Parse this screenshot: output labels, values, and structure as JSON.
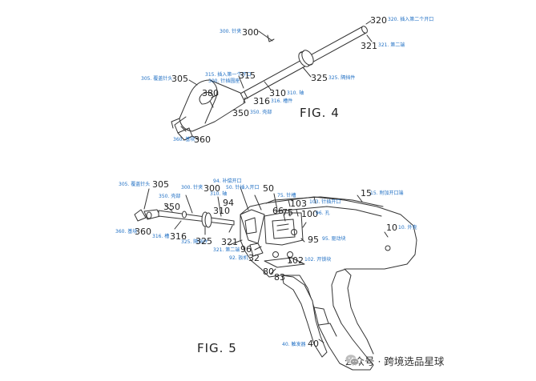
{
  "fig4": {
    "title": "FIG. 4",
    "labels": {
      "l300": "300. 针夹",
      "l320": "320. 插入第二个开口",
      "l321": "321. 第二端",
      "l305": "305. 覆盖针头",
      "l315": "315. 插入第一个开口",
      "l3002": "300. 针插圆座",
      "l325": "325. 隔挡件",
      "l310": "310. 轴",
      "l316": "316. 槽件",
      "l350": "350. 壳部",
      "l360": "360. 基块"
    },
    "numbers": {
      "n300": "300",
      "n320": "320",
      "n321": "321",
      "n305": "305",
      "n315": "315",
      "n380": "380",
      "n325": "325",
      "n310": "310",
      "n316": "316",
      "n350": "350",
      "n360": "360"
    }
  },
  "fig5": {
    "title": "FIG. 5",
    "labels": {
      "l305": "305. 覆盖针头",
      "l300": "300. 针夹",
      "l94": "94. 补偿开口",
      "l350": "350. 壳部",
      "l316": "316. 槽",
      "l96": "96. 孔",
      "l310": "310. 轴",
      "l50": "50. 针插入开口",
      "l75": "75. 针槽",
      "l103": "103. 针插开口",
      "l15": "15. 附加开口端",
      "l10": "10. 外壳",
      "l360": "360. 基块",
      "l325": "325. 隔挡件",
      "l321": "321. 第二端",
      "l92": "92. 扳机",
      "l95": "95. 驱动块",
      "l102": "102. 开锁块",
      "l40": "40. 触发器"
    },
    "numbers": {
      "n305": "305",
      "n300": "300",
      "n50": "50",
      "n350": "350",
      "n310": "310",
      "n94": "94",
      "n66": "66",
      "n75": "75",
      "n103": "103",
      "n15": "15",
      "n100": "100",
      "n10": "10",
      "n360": "360",
      "n316": "316",
      "n325": "325",
      "n321": "321",
      "n96": "96",
      "n32": "32",
      "n95": "95",
      "n102": "102",
      "n80": "80",
      "n83": "83",
      "n40": "40"
    }
  },
  "watermark": {
    "text": "公众号 · 跨境选品星球",
    "logo_icon": "wechat-logo-icon"
  },
  "colors": {
    "label_blue": "#1f6fc4",
    "line": "#333333"
  }
}
